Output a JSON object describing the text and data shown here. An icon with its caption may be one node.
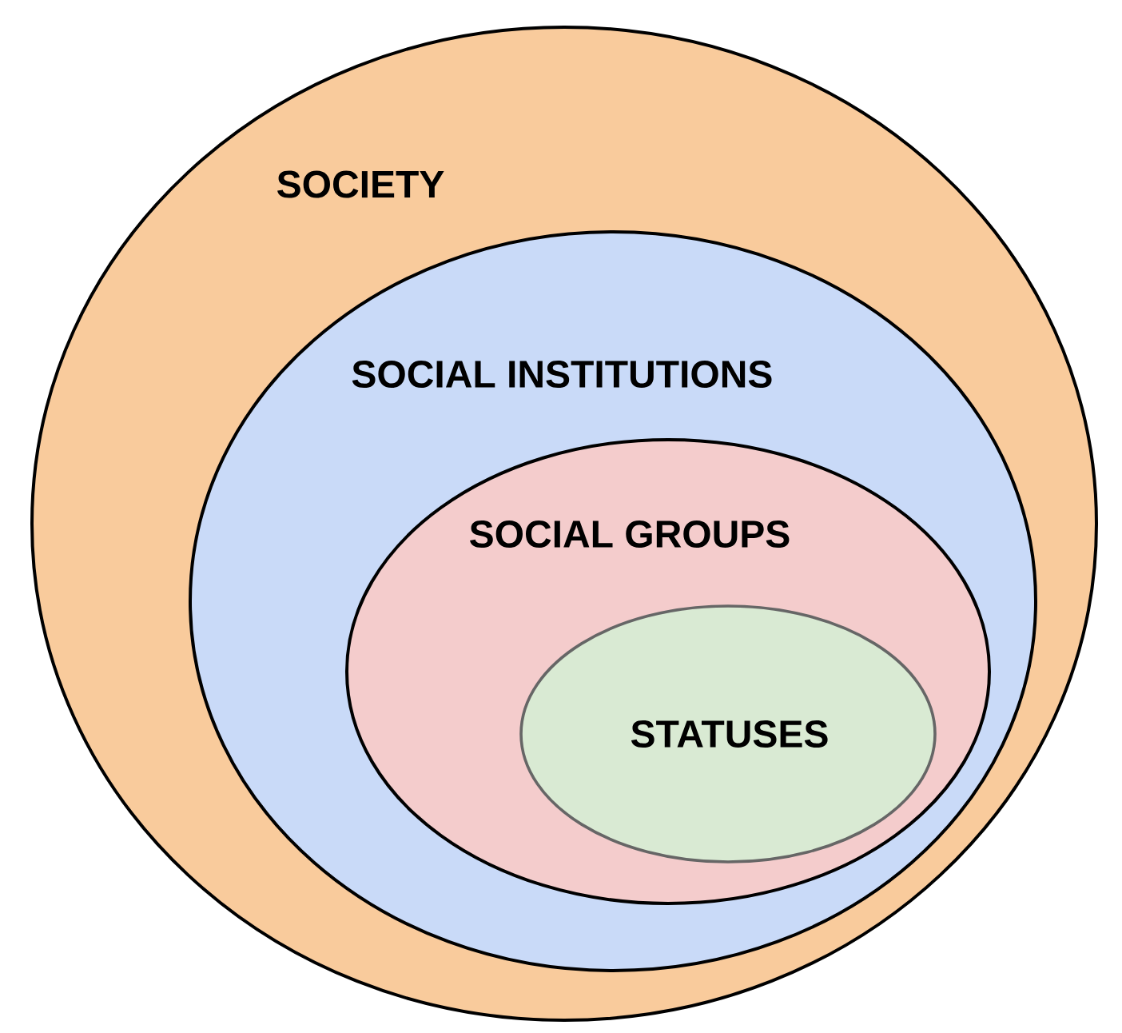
{
  "diagram": {
    "nodes": [
      {
        "text": [
          "SOCIETY"
        ]
      },
      {
        "text": [
          "SOCIAL INSTITUTIONS"
        ],
        "in": 0
      },
      {
        "text": [
          "SOCIAL GROUPS"
        ],
        "in": 1
      },
      {
        "text": [
          "STATUSES"
        ],
        "in": 2
      }
    ],
    "edges": []
  }
}
